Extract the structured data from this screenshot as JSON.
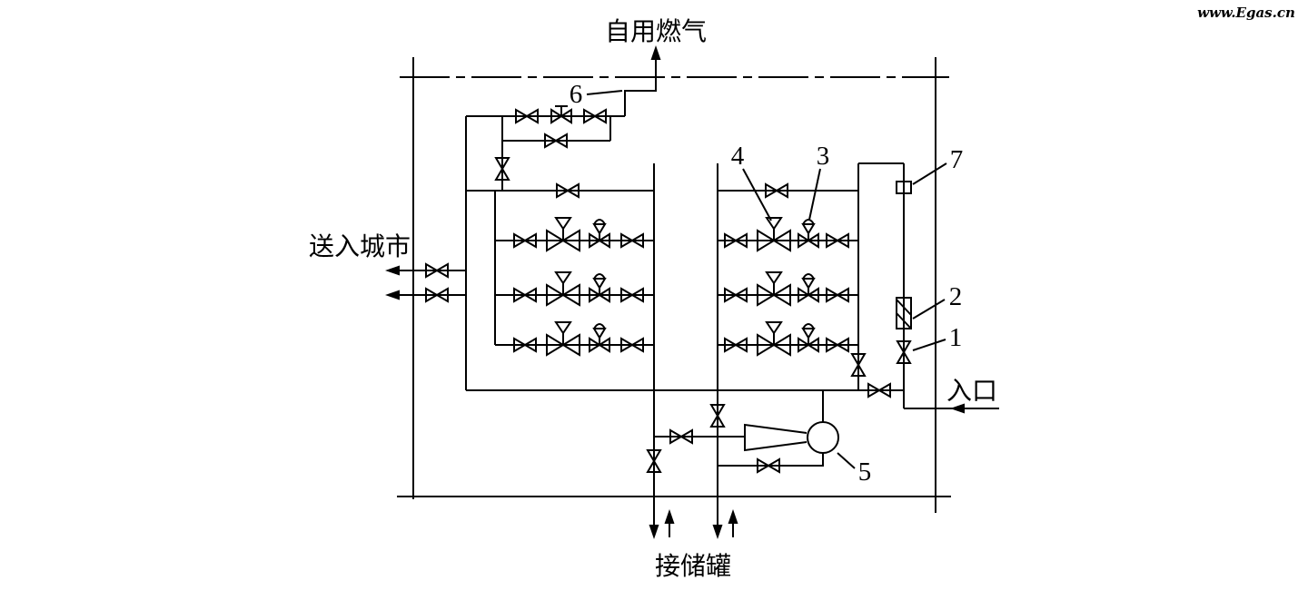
{
  "watermark": {
    "text": "www.Egas.cn",
    "color": "#cc0000"
  },
  "labels": {
    "self_use_gas": "自用燃气",
    "to_city": "送入城市",
    "inlet": "入口",
    "to_storage": "接储罐"
  },
  "callouts": {
    "c1": "1",
    "c2": "2",
    "c3": "3",
    "c4": "4",
    "c5": "5",
    "c6": "6",
    "c7": "7"
  },
  "diagram": {
    "line_color": "#000000",
    "background": "#ffffff"
  }
}
